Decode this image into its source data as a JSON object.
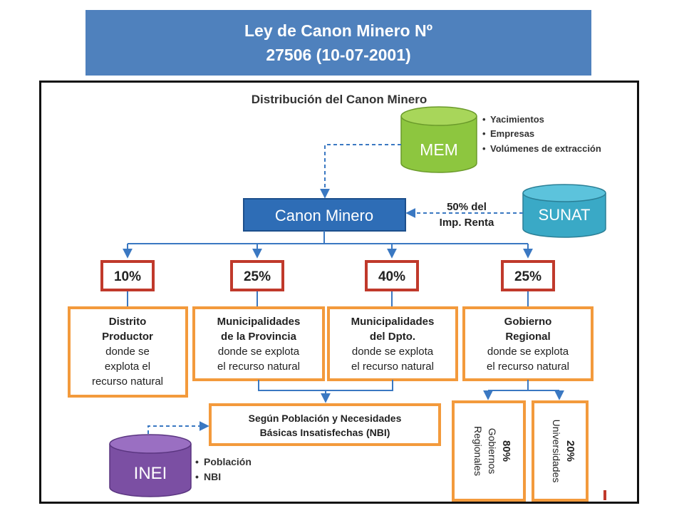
{
  "header": {
    "title_line1": "Ley de Canon Minero Nº",
    "title_line2": "27506 (10-07-2001)"
  },
  "diagram": {
    "title": "Distribución del Canon Minero",
    "mem": {
      "label": "MEM",
      "bullets": [
        "Yacimientos",
        "Empresas",
        "Volúmenes de extracción"
      ]
    },
    "canon": {
      "label": "Canon Minero"
    },
    "sunat": {
      "label": "SUNAT",
      "note_line1": "50% del",
      "note_line2": "Imp. Renta"
    },
    "percent_boxes": [
      "10%",
      "25%",
      "40%",
      "25%"
    ],
    "recipients": [
      {
        "bold_line1": "Distrito",
        "bold_line2": "Productor",
        "line3": "donde se",
        "line4": "explota el",
        "line5": "recurso natural"
      },
      {
        "bold_line1": "Municipalidades",
        "bold_line2": "de la Provincia",
        "line3": "donde se explota",
        "line4": "el recurso natural"
      },
      {
        "bold_line1": "Municipalidades",
        "bold_line2": "del Dpto.",
        "line3": "donde se explota",
        "line4": "el recurso natural"
      },
      {
        "bold_line1": "Gobierno",
        "bold_line2": "Regional",
        "line3": "donde se explota",
        "line4": "el recurso natural"
      }
    ],
    "nbi": {
      "line1": "Según Población y Necesidades",
      "line2": "Básicas Insatisfechas (NBI)"
    },
    "inei": {
      "label": "INEI",
      "bullets": [
        "Población",
        "NBI"
      ]
    },
    "regional_split": [
      {
        "pct": "80%",
        "line1": "Gobiernos",
        "line2": "Regionales"
      },
      {
        "pct": "20%",
        "line1": "Universidades"
      }
    ]
  },
  "colors": {
    "header_bg": "#4f81bd",
    "mem": "#8dc63f",
    "sunat": "#3aa9c6",
    "inei": "#7b4fa3",
    "canon": "#2e6db6",
    "percent_border": "#c0392b",
    "recipient_border": "#f39a3c",
    "arrow": "#3a78c2"
  }
}
